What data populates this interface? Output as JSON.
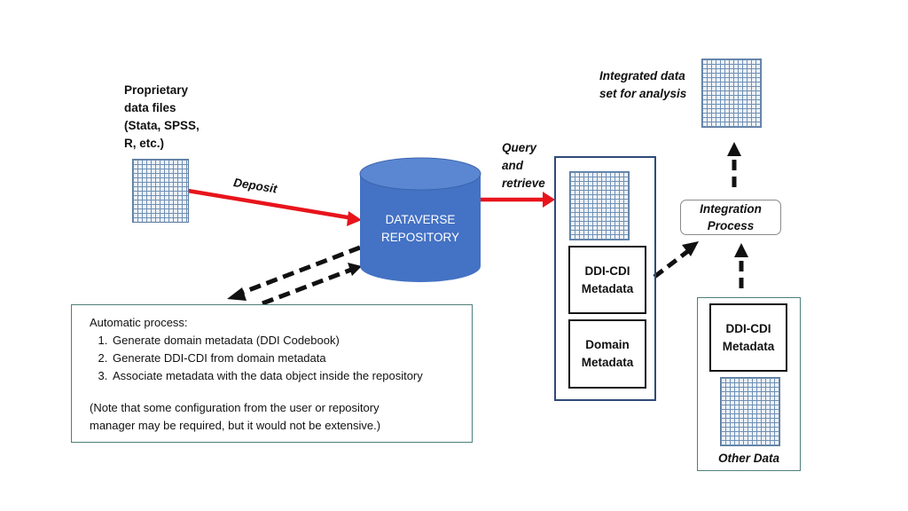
{
  "proprietary": {
    "lines": [
      "Proprietary",
      "data files",
      "(Stata, SPSS,",
      "R, etc.)"
    ]
  },
  "arrows": {
    "deposit": "Deposit",
    "query_lines": [
      "Query",
      "and",
      "retrieve"
    ]
  },
  "repository": {
    "lines": [
      "DATAVERSE",
      "REPOSITORY"
    ]
  },
  "automatic": {
    "heading": "Automatic process:",
    "steps": [
      "Generate domain metadata (DDI Codebook)",
      "Generate DDI-CDI from domain metadata",
      "Associate metadata with the data object inside the repository"
    ],
    "note_lines": [
      "(Note that some configuration from the user or repository",
      "manager may be required, but it would not be extensive.)"
    ]
  },
  "retrieved": {
    "ddi_cdi_lines": [
      "DDI-CDI",
      "Metadata"
    ],
    "domain_lines": [
      "Domain",
      "Metadata"
    ]
  },
  "integration": {
    "lines": [
      "Integration",
      "Process"
    ]
  },
  "integrated": {
    "lines": [
      "Integrated data",
      "set for analysis"
    ]
  },
  "other": {
    "ddi_cdi_lines": [
      "DDI-CDI",
      "Metadata"
    ],
    "label": "Other Data"
  },
  "colors": {
    "arrow_red": "#e8141b",
    "repository_blue": "#4472c4",
    "frame_navy": "#2f4a78",
    "note_border": "#4f7f7a"
  }
}
